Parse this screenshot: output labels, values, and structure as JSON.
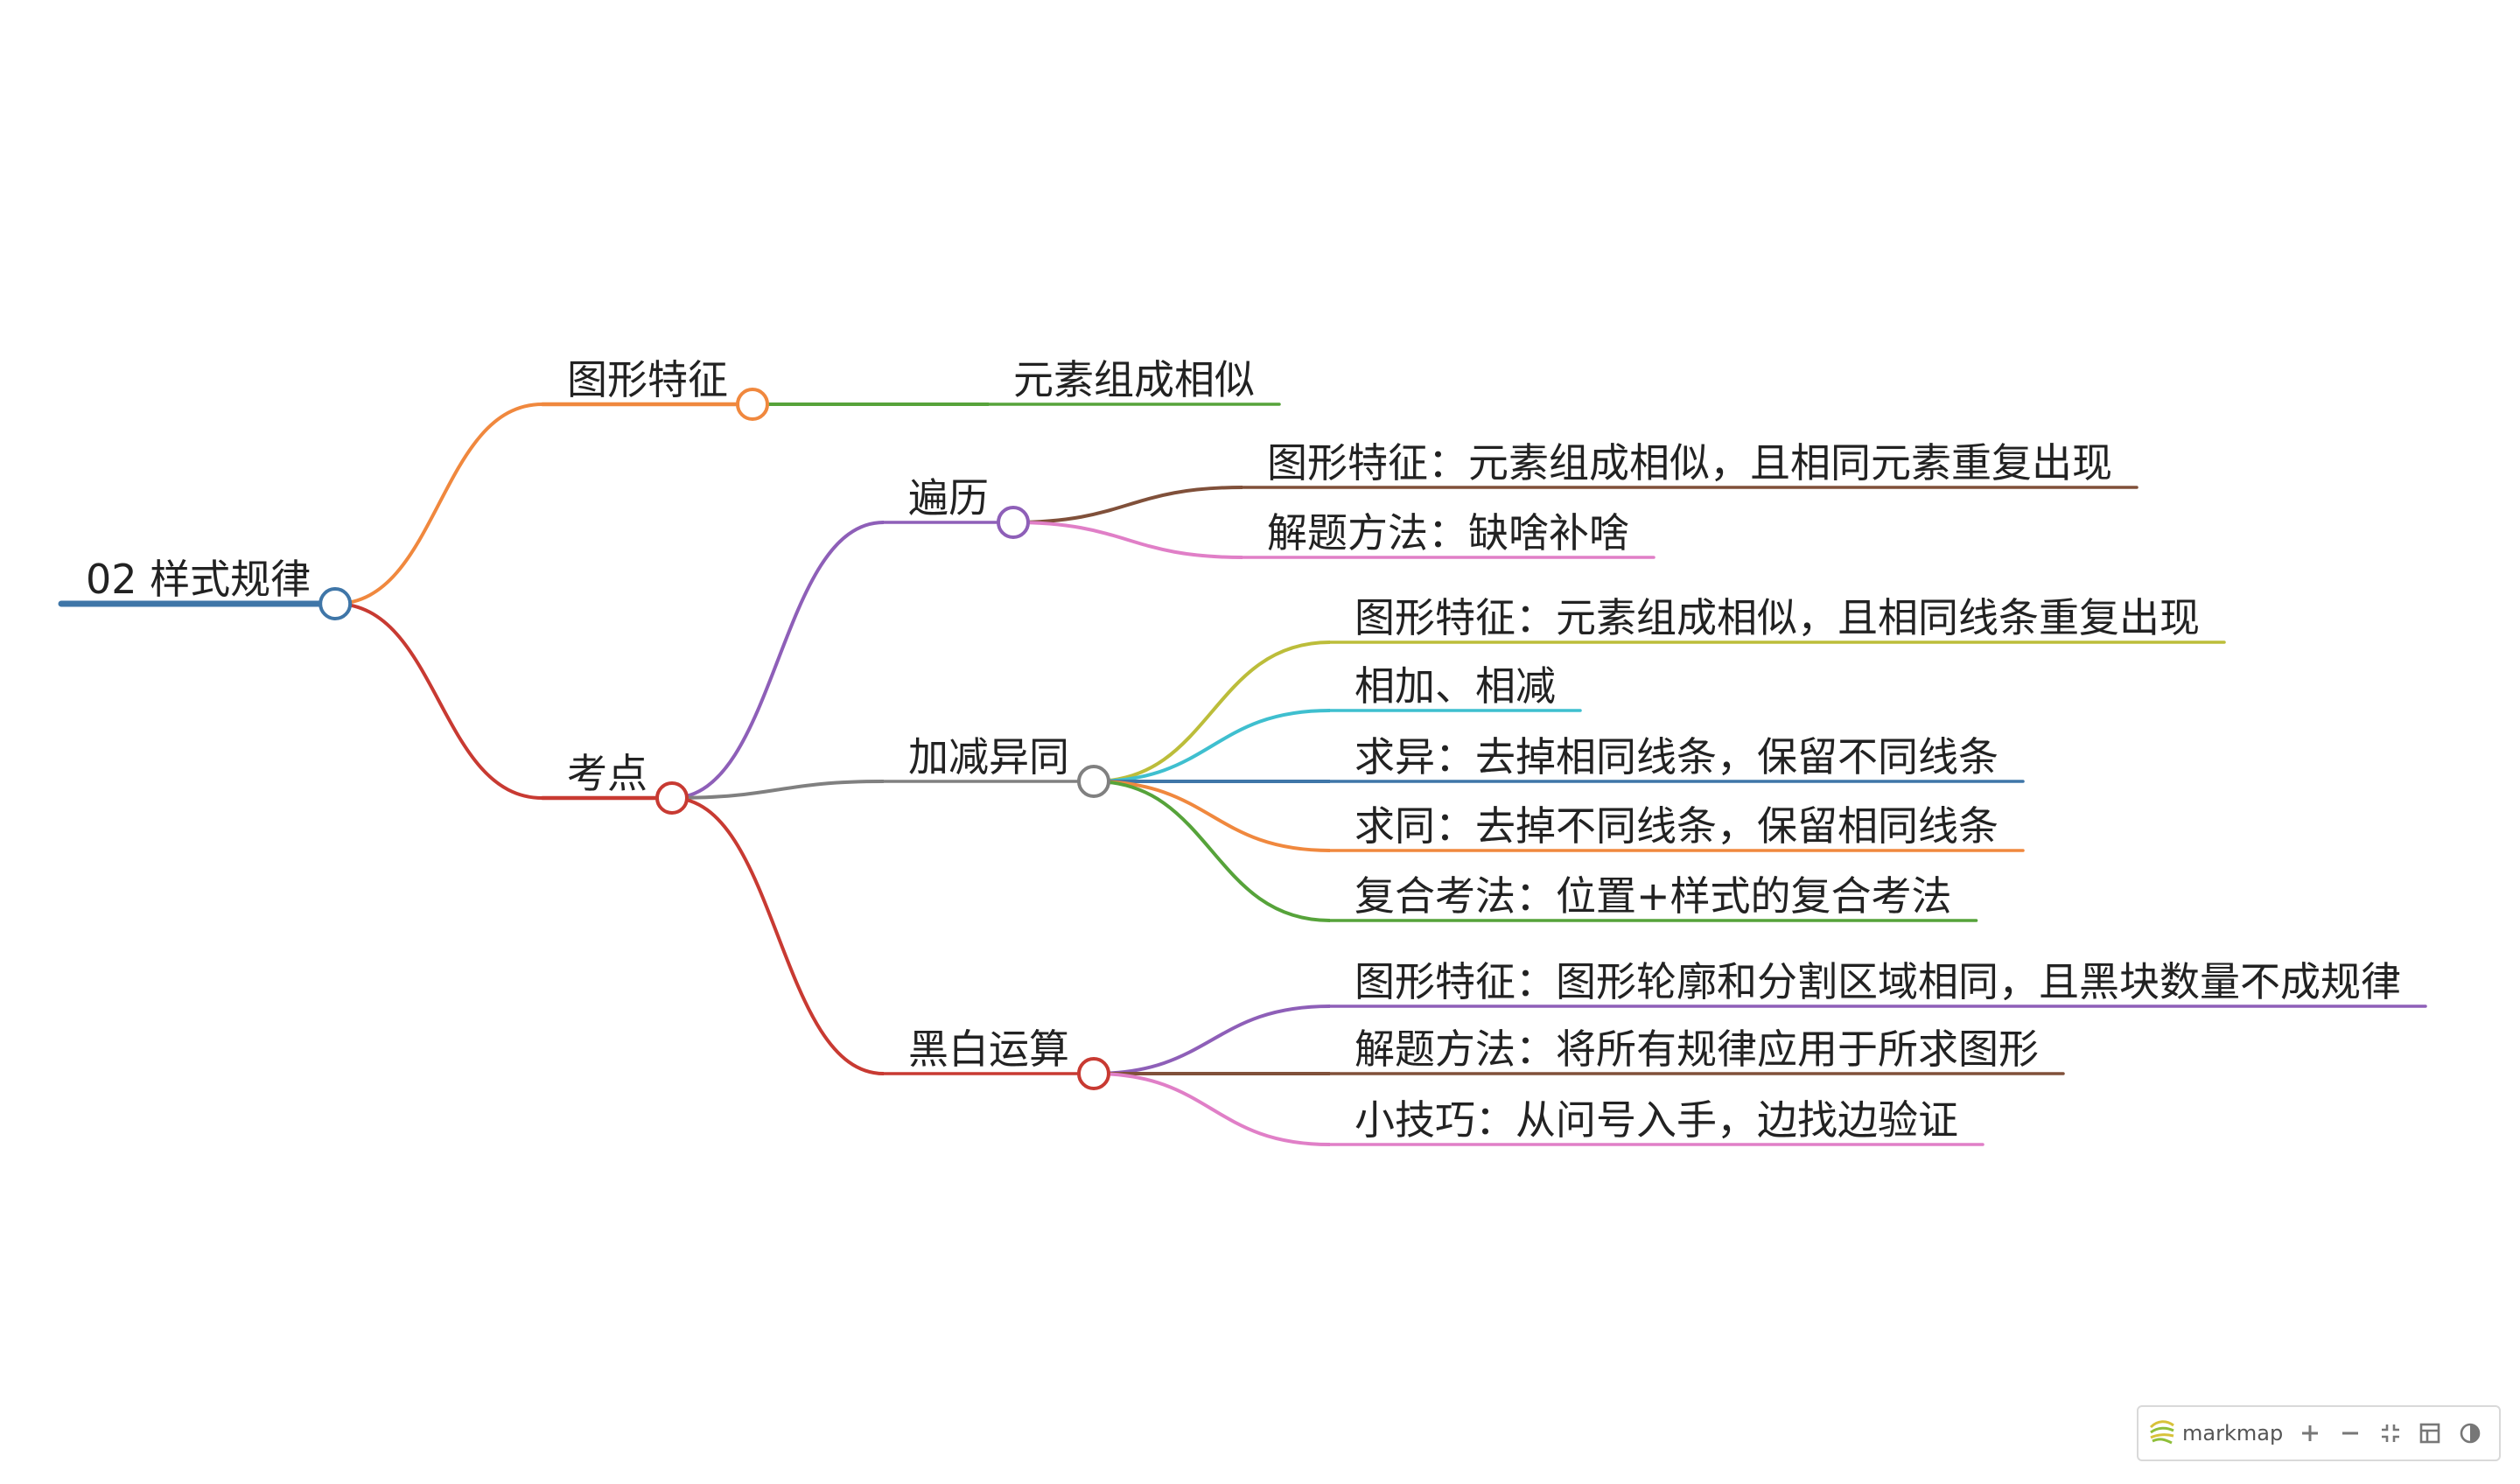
{
  "mindmap": {
    "root": {
      "label": "02 样式规律",
      "color": "#3f76a8",
      "children": [
        {
          "label": "图形特征",
          "color": "#f0883e",
          "children": [
            {
              "label": "元素组成相似",
              "color": "#56a33a"
            }
          ]
        },
        {
          "label": "考点",
          "color": "#c83a32",
          "children": [
            {
              "label": "遍历",
              "color": "#8e5fb8",
              "children": [
                {
                  "label": "图形特征：元素组成相似，且相同元素重复出现",
                  "color": "#80503a"
                },
                {
                  "label": "解题方法：缺啥补啥",
                  "color": "#e07fc7"
                }
              ]
            },
            {
              "label": "加减异同",
              "color": "#808080",
              "children": [
                {
                  "label": "图形特征：元素组成相似，且相同线条重复出现",
                  "color": "#bcbd3a"
                },
                {
                  "label": "相加、相减",
                  "color": "#3fbfcf"
                },
                {
                  "label": "求异：去掉相同线条，保留不同线条",
                  "color": "#3f76a8"
                },
                {
                  "label": "求同：去掉不同线条，保留相同线条",
                  "color": "#f0883e"
                },
                {
                  "label": "复合考法：位置+样式的复合考法",
                  "color": "#56a33a"
                }
              ]
            },
            {
              "label": "黑白运算",
              "color": "#c83a32",
              "children": [
                {
                  "label": "图形特征：图形轮廓和分割区域相同，且黑块数量不成规律",
                  "color": "#8e5fb8"
                },
                {
                  "label": "解题方法：将所有规律应用于所求图形",
                  "color": "#80503a"
                },
                {
                  "label": "小技巧：从问号入手，边找边验证",
                  "color": "#e07fc7"
                }
              ]
            }
          ]
        }
      ]
    }
  },
  "toolbar": {
    "brand_label": "markmap",
    "brand_icon": "markmap-logo-icon",
    "buttons": [
      {
        "name": "zoom-in-icon"
      },
      {
        "name": "zoom-out-icon"
      },
      {
        "name": "fit-window-icon"
      },
      {
        "name": "toggle-recursive-icon"
      },
      {
        "name": "dark-mode-icon"
      }
    ]
  }
}
